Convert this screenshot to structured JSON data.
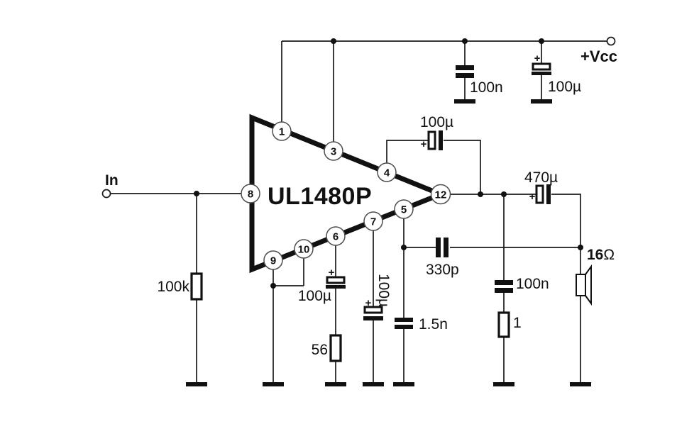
{
  "labels": {
    "input": "In",
    "supply_rail": "+Vcc",
    "ic_name": "UL1480P",
    "polarity_plus": "+"
  },
  "pins": {
    "p1": "1",
    "p3": "3",
    "p4": "4",
    "p5": "5",
    "p6": "6",
    "p7": "7",
    "p8": "8",
    "p9": "9",
    "p10": "10",
    "p12": "12"
  },
  "components": {
    "r_input": "100k",
    "c_supply_bypass": "100n",
    "c_supply_filter": "100µ",
    "c_pin4_boost": "100µ",
    "c_output": "470µ",
    "c_pin6": "100µ",
    "r_pin6": "56",
    "c_pin7": "100µ",
    "c_compensation": "330p",
    "c_pin5": "1.5n",
    "c_zobel": "100n",
    "r_zobel": "1",
    "speaker_impedance": "16",
    "speaker_unit": "Ω"
  },
  "colors": {
    "line": "#1a1a1a",
    "background": "#ffffff"
  }
}
